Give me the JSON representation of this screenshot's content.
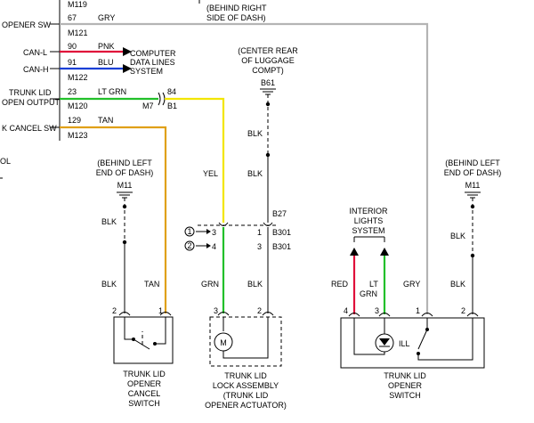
{
  "colors": {
    "gray": "#b4b4b4",
    "red": "#e0103a",
    "blue": "#1a3fd6",
    "green": "#22c02a",
    "yellow": "#f2e600",
    "tan": "#e0a018",
    "black": "#000000"
  },
  "ecu": {
    "top_pin": "M119",
    "opener_sw": {
      "label": "OPENER SW",
      "pin": "67",
      "color": "GRY",
      "pin_b": "M121"
    },
    "can_l": {
      "label": "CAN-L",
      "pin": "90",
      "color": "PNK"
    },
    "can_h": {
      "label": "CAN-H",
      "pin": "91",
      "color": "BLU",
      "pin_b": "M122"
    },
    "computer": {
      "line1": "COMPUTER",
      "line2": "DATA LINES",
      "line3": "SYSTEM"
    },
    "trunk_out": {
      "line1": "TRUNK LID",
      "line2": "OPEN OUTPUT",
      "pin": "23",
      "color": "LT GRN",
      "pin_b": "M120",
      "conn": "84",
      "conn_b1": "M7",
      "conn_b2": "B1"
    },
    "cancel_sw": {
      "label": "K CANCEL SW",
      "pin": "129",
      "color": "TAN",
      "pin_b": "M123"
    },
    "cut_text": "OL"
  },
  "top_right_note": {
    "line1": "(BEHIND RIGHT",
    "line2": "SIDE OF DASH)"
  },
  "center_note": {
    "line1": "(CENTER REAR",
    "line2": "OF LUGGAGE",
    "line3": "COMPT)",
    "ground": "B61"
  },
  "left_ground": {
    "line1": "(BEHIND LEFT",
    "line2": "END OF DASH)",
    "id": "M11"
  },
  "right_ground": {
    "line1": "(BEHIND LEFT",
    "line2": "END OF DASH)",
    "id": "M11"
  },
  "wires": {
    "blk": "BLK",
    "yel": "YEL",
    "tan": "TAN",
    "grn": "GRN",
    "red": "RED",
    "lt_grn_1": "LT",
    "lt_grn_2": "GRN",
    "gry": "GRY"
  },
  "connector": {
    "top": "B27",
    "p3": "3",
    "p1": "1",
    "b1": "B301",
    "p4": "4",
    "p3b": "3",
    "b2": "B301",
    "ref1": "1",
    "ref2": "2"
  },
  "interior": {
    "line1": "INTERIOR",
    "line2": "LIGHTS",
    "line3": "SYSTEM"
  },
  "pins": {
    "cancel_2": "2",
    "cancel_1": "1",
    "lock_3": "3",
    "lock_2": "2",
    "opener_4": "4",
    "opener_3": "3",
    "opener_1": "1",
    "opener_2": "2"
  },
  "motor": "M",
  "ill": "ILL",
  "components": {
    "cancel": {
      "line1": "TRUNK LID",
      "line2": "OPENER",
      "line3": "CANCEL",
      "line4": "SWITCH"
    },
    "lock": {
      "line1": "TRUNK LID",
      "line2": "LOCK ASSEMBLY",
      "line3": "(TRUNK LID",
      "line4": "OPENER ACTUATOR)"
    },
    "opener": {
      "line1": "TRUNK LID",
      "line2": "OPENER",
      "line3": "SWITCH"
    }
  }
}
